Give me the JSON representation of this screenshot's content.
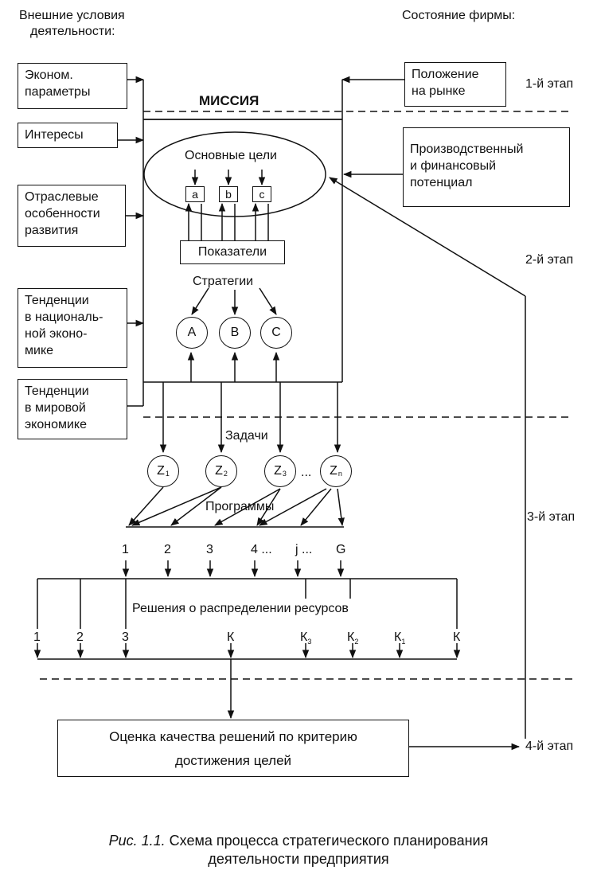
{
  "header": {
    "left_title": [
      "Внешние условия",
      "деятельности:"
    ],
    "right_title": "Состояние фирмы:"
  },
  "external_boxes": [
    [
      "Эконом.",
      "параметры"
    ],
    [
      "Интересы"
    ],
    [
      "Отраслевые",
      "особенности",
      "развития"
    ],
    [
      "Тенденции",
      "в националь-",
      "ной эконо-",
      "мике"
    ],
    [
      "Тенденции",
      "в мировой",
      "экономике"
    ]
  ],
  "firm_boxes": [
    [
      "Положение",
      "на рынке"
    ],
    [
      "Производственный",
      "и финансовый",
      "потенциал"
    ]
  ],
  "mission": "МИССИЯ",
  "main_goals": "Основные цели",
  "goals": [
    "a",
    "b",
    "c"
  ],
  "indicators": "Показатели",
  "strategies_label": "Стратегии",
  "strategies": [
    "A",
    "B",
    "C"
  ],
  "tasks_label": "Задачи",
  "tasks": [
    {
      "letter": "Z",
      "sub": "1"
    },
    {
      "letter": "Z",
      "sub": "2"
    },
    {
      "letter": "Z",
      "sub": "3"
    },
    {
      "letter": "Z",
      "sub": "n"
    }
  ],
  "tasks_ellipsis": "...",
  "programs_label": "Программы",
  "programs": [
    "1",
    "2",
    "3",
    "4 ...",
    "j ...",
    "G"
  ],
  "decisions_label": "Решения о распределении ресурсов",
  "resources": [
    {
      "main": "1",
      "sub": ""
    },
    {
      "main": "2",
      "sub": ""
    },
    {
      "main": "3",
      "sub": ""
    },
    {
      "main": "К",
      "sub": ""
    },
    {
      "main": "К",
      "sub": "3"
    },
    {
      "main": "К",
      "sub": "2"
    },
    {
      "main": "К",
      "sub": "1"
    },
    {
      "main": "К",
      "sub": ""
    }
  ],
  "evaluation": [
    "Оценка качества решений по критерию",
    "достижения целей"
  ],
  "stages": [
    "1-й этап",
    "2-й этап",
    "3-й этап",
    "4-й этап"
  ],
  "caption": {
    "prefix": "Рис. 1.1.",
    "line1_rest": " Схема процесса стратегического планирования",
    "line2": "деятельности предприятия"
  }
}
